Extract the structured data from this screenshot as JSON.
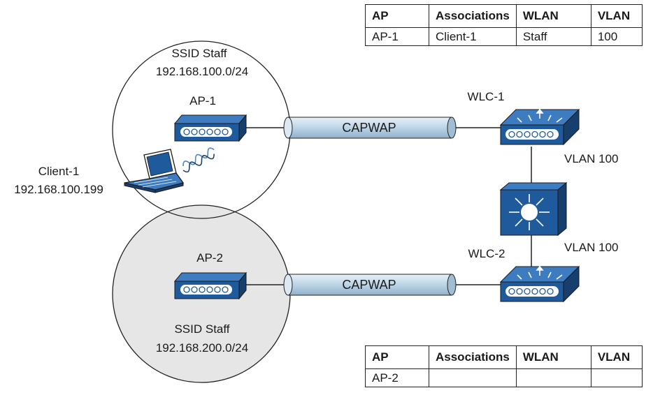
{
  "top_table": {
    "headers": [
      "AP",
      "Associations",
      "WLAN",
      "VLAN"
    ],
    "row": [
      "AP-1",
      "Client-1",
      "Staff",
      "100"
    ]
  },
  "bottom_table": {
    "headers": [
      "AP",
      "Associations",
      "WLAN",
      "VLAN"
    ],
    "row": [
      "AP-2",
      "",
      "",
      ""
    ]
  },
  "cell1": {
    "ssid": "SSID Staff",
    "subnet": "192.168.100.0/24",
    "ap": "AP-1"
  },
  "cell2": {
    "ssid": "SSID Staff",
    "subnet": "192.168.200.0/24",
    "ap": "AP-2"
  },
  "client": {
    "name": "Client-1",
    "ip": "192.168.100.199"
  },
  "tunnels": {
    "top": "CAPWAP",
    "bottom": "CAPWAP"
  },
  "controllers": {
    "wlc1": "WLC-1",
    "wlc2": "WLC-2",
    "vlan_top": "VLAN 100",
    "vlan_bottom": "VLAN 100"
  },
  "colors": {
    "device_blue": "#1e5a9c",
    "device_light": "#3d7cc0",
    "tunnel": "#bcd4e6",
    "cell2_fill": "#e6e6e6"
  }
}
